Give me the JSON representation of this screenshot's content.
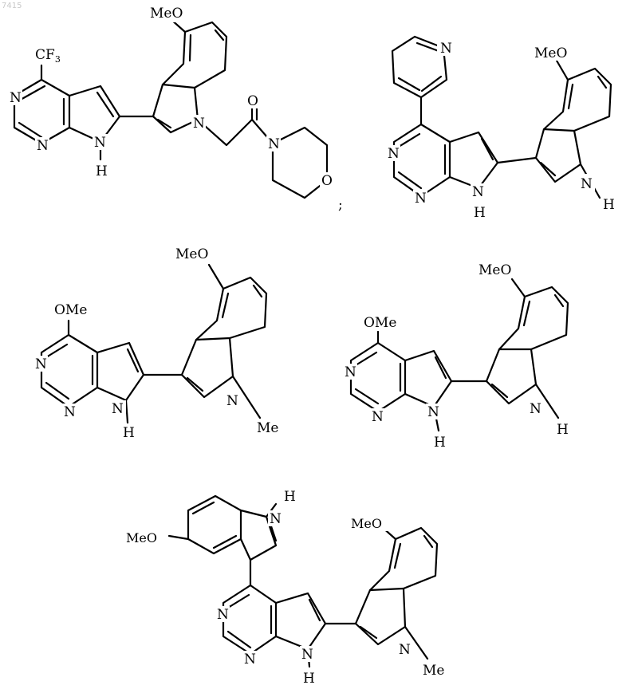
{
  "page": {
    "corner_label": "7415"
  },
  "compound_1": {
    "cf3": "CF",
    "cf3_sub": "3",
    "meo": "MeO",
    "n1": "N",
    "n2": "N",
    "n3": "N",
    "h": "H",
    "n4": "N",
    "n5": "N",
    "o_carbonyl": "O",
    "o_ring": "O",
    "separator": ";"
  },
  "compound_2": {
    "n_pyr": "N",
    "meo": "MeO",
    "n1": "N",
    "n2": "N",
    "n3": "N",
    "h1": "H",
    "n4": "N",
    "h2": "H"
  },
  "compound_3": {
    "ome": "OMe",
    "meo": "MeO",
    "n1": "N",
    "n2": "N",
    "n3": "N",
    "h": "H",
    "n4": "N",
    "me": "Me"
  },
  "compound_4": {
    "ome": "OMe",
    "meo": "MeO",
    "n1": "N",
    "n2": "N",
    "n3": "N",
    "h1": "H",
    "n4": "N",
    "h2": "H"
  },
  "compound_5": {
    "meo_left": "MeO",
    "h_top": "H",
    "n_top": "N",
    "meo_right": "MeO",
    "n1": "N",
    "n2": "N",
    "n3": "N",
    "h": "H",
    "n4": "N",
    "me": "Me"
  }
}
